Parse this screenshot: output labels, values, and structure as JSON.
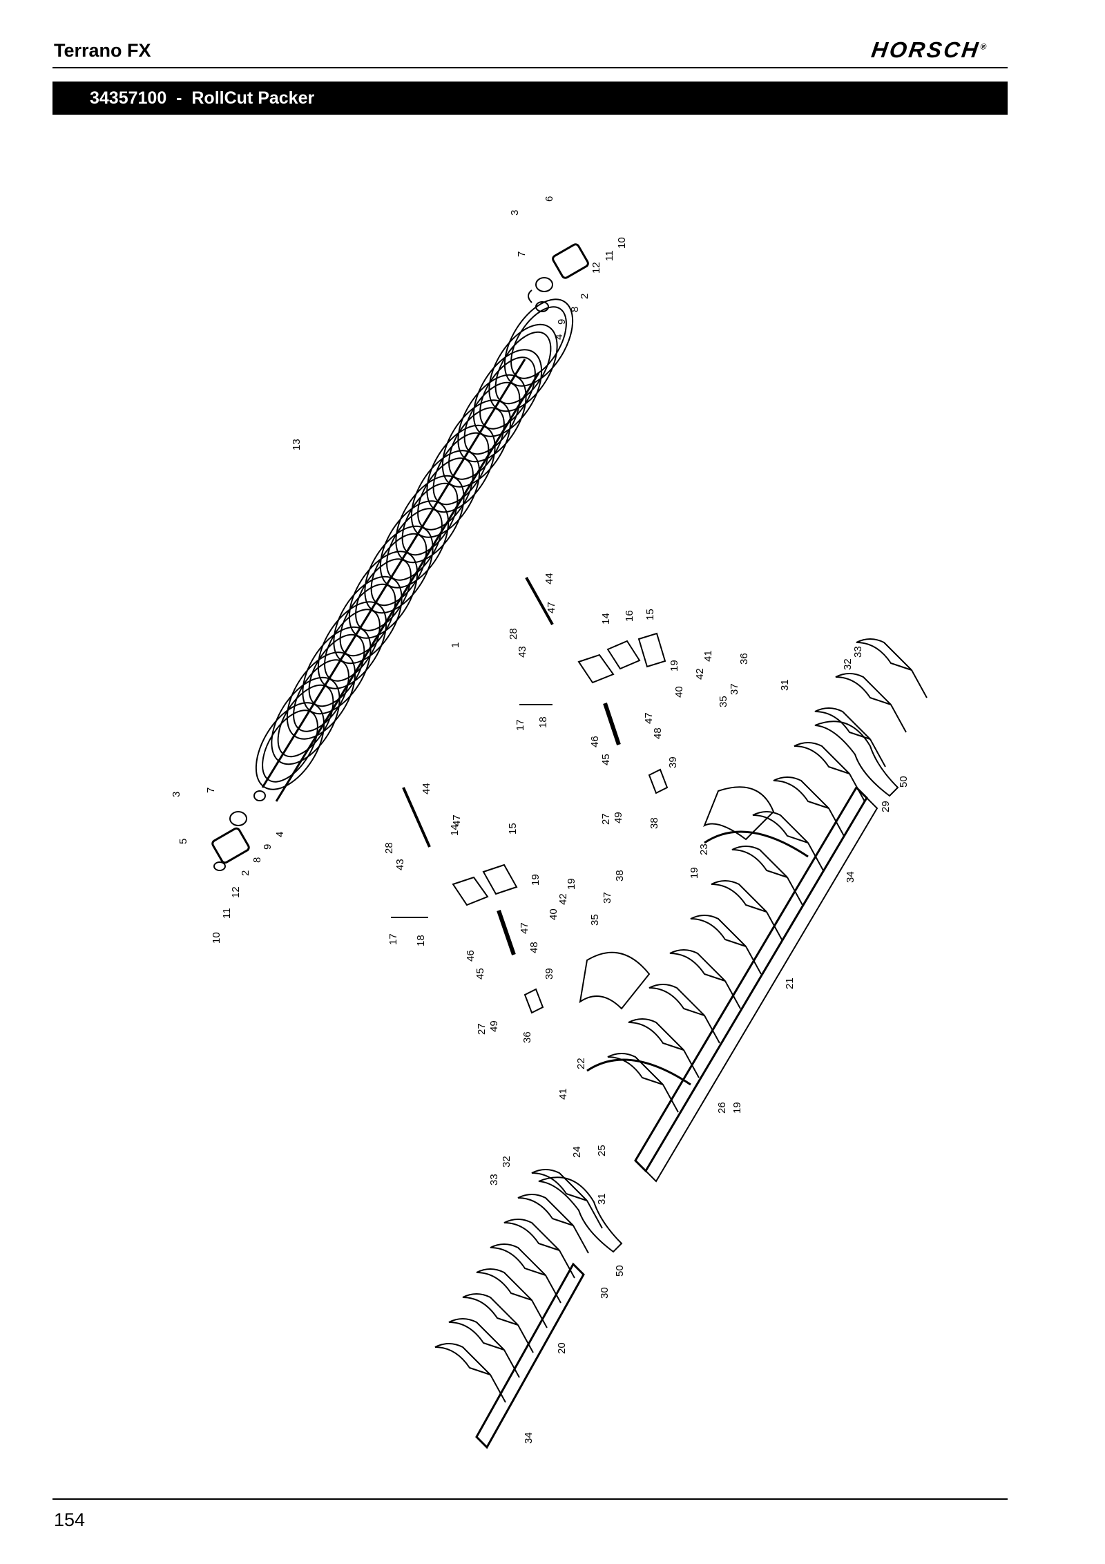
{
  "header": {
    "title": "Terrano FX",
    "logo_text": "HORSCH",
    "logo_mark": "®"
  },
  "section": {
    "number": "34357100",
    "separator": "-",
    "name": "RollCut Packer"
  },
  "diagram": {
    "part_labels": [
      {
        "id": "p3a",
        "text": "3"
      },
      {
        "id": "p6a",
        "text": "6"
      },
      {
        "id": "p10a",
        "text": "10"
      },
      {
        "id": "p11a",
        "text": "11"
      },
      {
        "id": "p12a",
        "text": "12"
      },
      {
        "id": "p2a",
        "text": "2"
      },
      {
        "id": "p8a",
        "text": "8"
      },
      {
        "id": "p9a",
        "text": "9"
      },
      {
        "id": "p4a",
        "text": "4"
      },
      {
        "id": "p7a",
        "text": "7"
      },
      {
        "id": "p13",
        "text": "13"
      },
      {
        "id": "p1",
        "text": "1"
      },
      {
        "id": "p3b",
        "text": "3"
      },
      {
        "id": "p5b",
        "text": "5"
      },
      {
        "id": "p7b",
        "text": "7"
      },
      {
        "id": "p4b",
        "text": "4"
      },
      {
        "id": "p9b",
        "text": "9"
      },
      {
        "id": "p8b",
        "text": "8"
      },
      {
        "id": "p2b",
        "text": "2"
      },
      {
        "id": "p12b",
        "text": "12"
      },
      {
        "id": "p11b",
        "text": "11"
      },
      {
        "id": "p10b",
        "text": "10"
      },
      {
        "id": "p44a",
        "text": "44"
      },
      {
        "id": "p47a",
        "text": "47"
      },
      {
        "id": "p28a",
        "text": "28"
      },
      {
        "id": "p43a",
        "text": "43"
      },
      {
        "id": "p14a",
        "text": "14"
      },
      {
        "id": "p16a",
        "text": "16"
      },
      {
        "id": "p15a",
        "text": "15"
      },
      {
        "id": "p19a",
        "text": "19"
      },
      {
        "id": "p41a",
        "text": "41"
      },
      {
        "id": "p42a",
        "text": "42"
      },
      {
        "id": "p40a",
        "text": "40"
      },
      {
        "id": "p36a",
        "text": "36"
      },
      {
        "id": "p37a",
        "text": "37"
      },
      {
        "id": "p35a",
        "text": "35"
      },
      {
        "id": "p17a",
        "text": "17"
      },
      {
        "id": "p18a",
        "text": "18"
      },
      {
        "id": "p46a",
        "text": "46"
      },
      {
        "id": "p47b",
        "text": "47"
      },
      {
        "id": "p48a",
        "text": "48"
      },
      {
        "id": "p45a",
        "text": "45"
      },
      {
        "id": "p39a",
        "text": "39"
      },
      {
        "id": "p27a",
        "text": "27"
      },
      {
        "id": "p49a",
        "text": "49"
      },
      {
        "id": "p38a",
        "text": "38"
      },
      {
        "id": "p23",
        "text": "23"
      },
      {
        "id": "p19b",
        "text": "19"
      },
      {
        "id": "p31a",
        "text": "31"
      },
      {
        "id": "p32a",
        "text": "32"
      },
      {
        "id": "p33a",
        "text": "33"
      },
      {
        "id": "p29",
        "text": "29"
      },
      {
        "id": "p50a",
        "text": "50"
      },
      {
        "id": "p34a",
        "text": "34"
      },
      {
        "id": "p44b",
        "text": "44"
      },
      {
        "id": "p47c",
        "text": "47"
      },
      {
        "id": "p28b",
        "text": "28"
      },
      {
        "id": "p43b",
        "text": "43"
      },
      {
        "id": "p14b",
        "text": "14"
      },
      {
        "id": "p15b",
        "text": "15"
      },
      {
        "id": "p19c",
        "text": "19"
      },
      {
        "id": "p17b",
        "text": "17"
      },
      {
        "id": "p18b",
        "text": "18"
      },
      {
        "id": "p40b",
        "text": "40"
      },
      {
        "id": "p42b",
        "text": "42"
      },
      {
        "id": "p19d",
        "text": "19"
      },
      {
        "id": "p38b",
        "text": "38"
      },
      {
        "id": "p35b",
        "text": "35"
      },
      {
        "id": "p37b",
        "text": "37"
      },
      {
        "id": "p46b",
        "text": "46"
      },
      {
        "id": "p45b",
        "text": "45"
      },
      {
        "id": "p47d",
        "text": "47"
      },
      {
        "id": "p48b",
        "text": "48"
      },
      {
        "id": "p39b",
        "text": "39"
      },
      {
        "id": "p27b",
        "text": "27"
      },
      {
        "id": "p49b",
        "text": "49"
      },
      {
        "id": "p36b",
        "text": "36"
      },
      {
        "id": "p41b",
        "text": "41"
      },
      {
        "id": "p22",
        "text": "22"
      },
      {
        "id": "p21",
        "text": "21"
      },
      {
        "id": "p26",
        "text": "26"
      },
      {
        "id": "p19e",
        "text": "19"
      },
      {
        "id": "p24",
        "text": "24"
      },
      {
        "id": "p25",
        "text": "25"
      },
      {
        "id": "p33b",
        "text": "33"
      },
      {
        "id": "p32b",
        "text": "32"
      },
      {
        "id": "p31b",
        "text": "31"
      },
      {
        "id": "p50b",
        "text": "50"
      },
      {
        "id": "p30",
        "text": "30"
      },
      {
        "id": "p20",
        "text": "20"
      },
      {
        "id": "p34b",
        "text": "34"
      }
    ]
  },
  "footer": {
    "page_number": "154"
  }
}
